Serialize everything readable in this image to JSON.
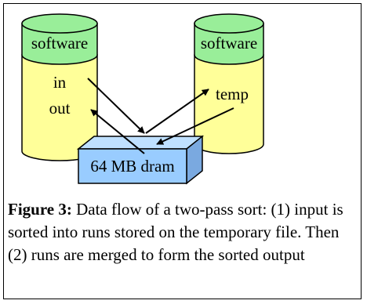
{
  "diagram": {
    "left_cylinder": {
      "top_label": "software",
      "body_lines": [
        "in",
        "out"
      ]
    },
    "right_cylinder": {
      "top_label": "software",
      "body_label": "temp"
    },
    "box": {
      "label": "64 MB dram"
    },
    "colors": {
      "cylinder_cap": "#99ee99",
      "cylinder_body": "#ffff99",
      "box_front": "#99ccff",
      "box_top": "#bfe0ff",
      "box_side": "#7aa9e0",
      "stroke": "#000000"
    }
  },
  "caption": {
    "label": "Figure 3:",
    "text": " Data flow of a two-pass sort: (1) input is sorted into runs stored on the temporary file.  Then (2) runs are merged to form the sorted output"
  }
}
